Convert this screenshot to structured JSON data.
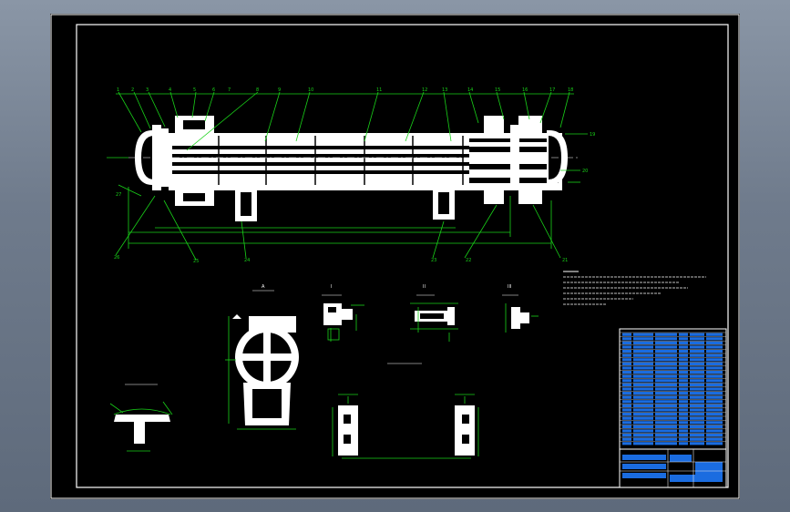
{
  "colors": {
    "background": "#6f7b8c",
    "paper": "#000000",
    "geometry": "#ffffff",
    "dimensions": "#19d219",
    "title_block_fill": "#1a6ce0"
  },
  "view_labels": {
    "section_a": "A",
    "detail_1": "I",
    "detail_2": "II",
    "detail_3": "III"
  },
  "balloons": [
    "1",
    "2",
    "3",
    "4",
    "5",
    "6",
    "7",
    "8",
    "9",
    "10",
    "11",
    "12",
    "13",
    "14",
    "15",
    "16",
    "17",
    "18",
    "19",
    "20",
    "21",
    "22",
    "23",
    "24",
    "25",
    "26",
    "27"
  ]
}
